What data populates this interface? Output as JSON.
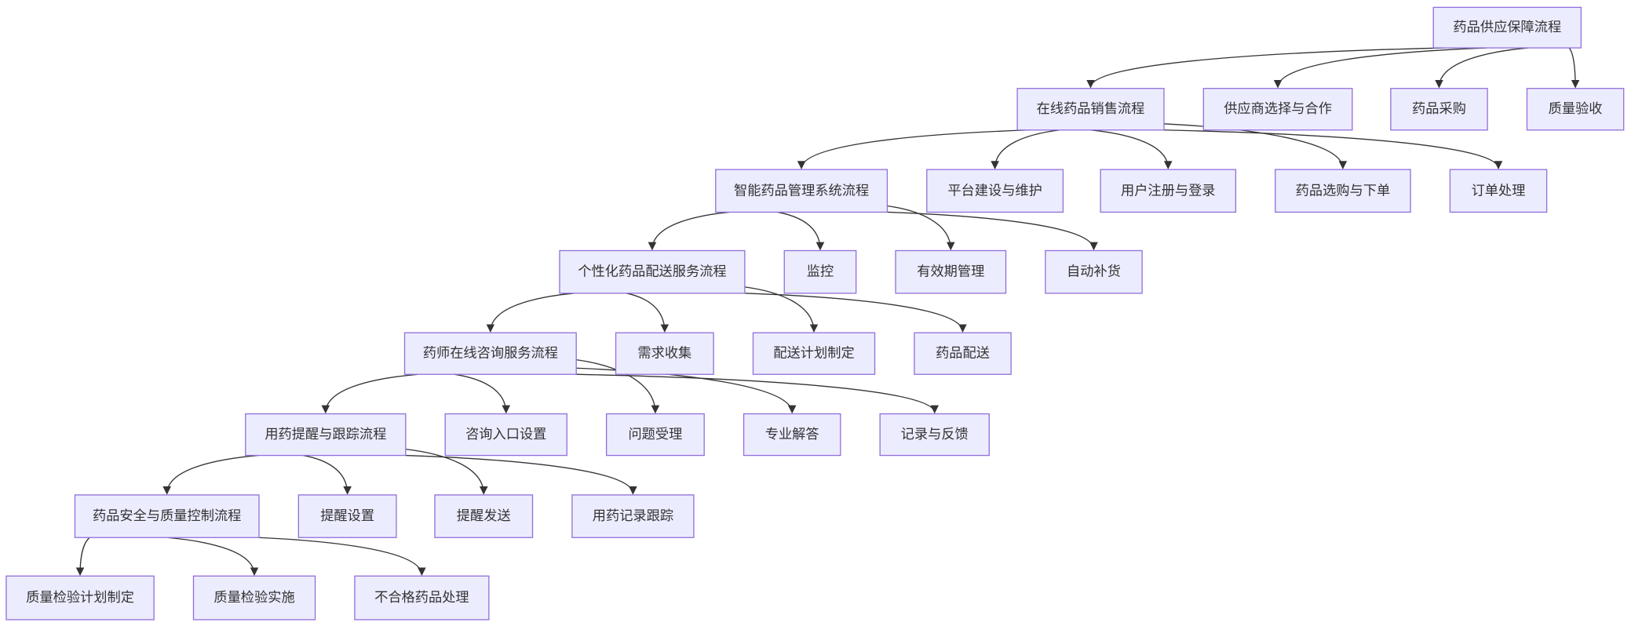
{
  "diagram": {
    "type": "flowchart",
    "colors": {
      "node_fill": "#ECECFF",
      "node_stroke": "#9370DB",
      "edge": "#333333",
      "text": "#333333"
    },
    "nodes": [
      {
        "id": "root",
        "label": "药品供应保障流程"
      },
      {
        "id": "n1",
        "label": "在线药品销售流程"
      },
      {
        "id": "n2",
        "label": "供应商选择与合作"
      },
      {
        "id": "n3",
        "label": "药品采购"
      },
      {
        "id": "n4",
        "label": "质量验收"
      },
      {
        "id": "n5",
        "label": "智能药品管理系统流程"
      },
      {
        "id": "n6",
        "label": "平台建设与维护"
      },
      {
        "id": "n7",
        "label": "用户注册与登录"
      },
      {
        "id": "n8",
        "label": "药品选购与下单"
      },
      {
        "id": "n9",
        "label": "订单处理"
      },
      {
        "id": "n10",
        "label": "个性化药品配送服务流程"
      },
      {
        "id": "n11",
        "label": "监控"
      },
      {
        "id": "n12",
        "label": "有效期管理"
      },
      {
        "id": "n13",
        "label": "自动补货"
      },
      {
        "id": "n14",
        "label": "药师在线咨询服务流程"
      },
      {
        "id": "n15",
        "label": "需求收集"
      },
      {
        "id": "n16",
        "label": "配送计划制定"
      },
      {
        "id": "n17",
        "label": "药品配送"
      },
      {
        "id": "n18",
        "label": "用药提醒与跟踪流程"
      },
      {
        "id": "n19",
        "label": "咨询入口设置"
      },
      {
        "id": "n20",
        "label": "问题受理"
      },
      {
        "id": "n21",
        "label": "专业解答"
      },
      {
        "id": "n22",
        "label": "记录与反馈"
      },
      {
        "id": "n23",
        "label": "药品安全与质量控制流程"
      },
      {
        "id": "n24",
        "label": "提醒设置"
      },
      {
        "id": "n25",
        "label": "提醒发送"
      },
      {
        "id": "n26",
        "label": "用药记录跟踪"
      },
      {
        "id": "n27",
        "label": "质量检验计划制定"
      },
      {
        "id": "n28",
        "label": "质量检验实施"
      },
      {
        "id": "n29",
        "label": "不合格药品处理"
      }
    ],
    "edges": [
      [
        "root",
        "n1"
      ],
      [
        "root",
        "n2"
      ],
      [
        "root",
        "n3"
      ],
      [
        "root",
        "n4"
      ],
      [
        "n1",
        "n5"
      ],
      [
        "n1",
        "n6"
      ],
      [
        "n1",
        "n7"
      ],
      [
        "n1",
        "n8"
      ],
      [
        "n1",
        "n9"
      ],
      [
        "n5",
        "n10"
      ],
      [
        "n5",
        "n11"
      ],
      [
        "n5",
        "n12"
      ],
      [
        "n5",
        "n13"
      ],
      [
        "n10",
        "n14"
      ],
      [
        "n10",
        "n15"
      ],
      [
        "n10",
        "n16"
      ],
      [
        "n10",
        "n17"
      ],
      [
        "n14",
        "n18"
      ],
      [
        "n14",
        "n19"
      ],
      [
        "n14",
        "n20"
      ],
      [
        "n14",
        "n21"
      ],
      [
        "n14",
        "n22"
      ],
      [
        "n18",
        "n23"
      ],
      [
        "n18",
        "n24"
      ],
      [
        "n18",
        "n25"
      ],
      [
        "n18",
        "n26"
      ],
      [
        "n23",
        "n27"
      ],
      [
        "n23",
        "n28"
      ],
      [
        "n23",
        "n29"
      ]
    ]
  }
}
